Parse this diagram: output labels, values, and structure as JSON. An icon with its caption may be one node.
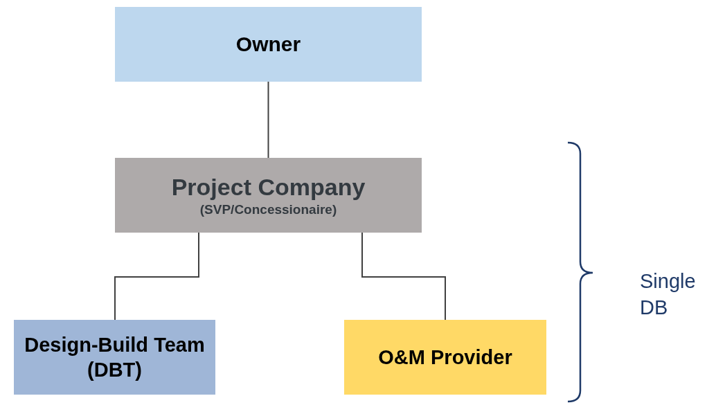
{
  "diagram": {
    "nodes": [
      {
        "text": [
          "Owner"
        ]
      },
      {
        "text": [
          "Project Company",
          "(SVP/Concessionaire)"
        ]
      },
      {
        "text": [
          "Design-Build Team (DBT)"
        ]
      },
      {
        "text": [
          "O&M Provider"
        ]
      }
    ],
    "edges": [
      {
        "from": 0,
        "to": 1,
        "arrow": "none"
      },
      {
        "from": 1,
        "to": 2,
        "arrow": "none"
      },
      {
        "from": 1,
        "to": 3,
        "arrow": "none"
      }
    ],
    "labels": [
      "Single DB"
    ]
  }
}
